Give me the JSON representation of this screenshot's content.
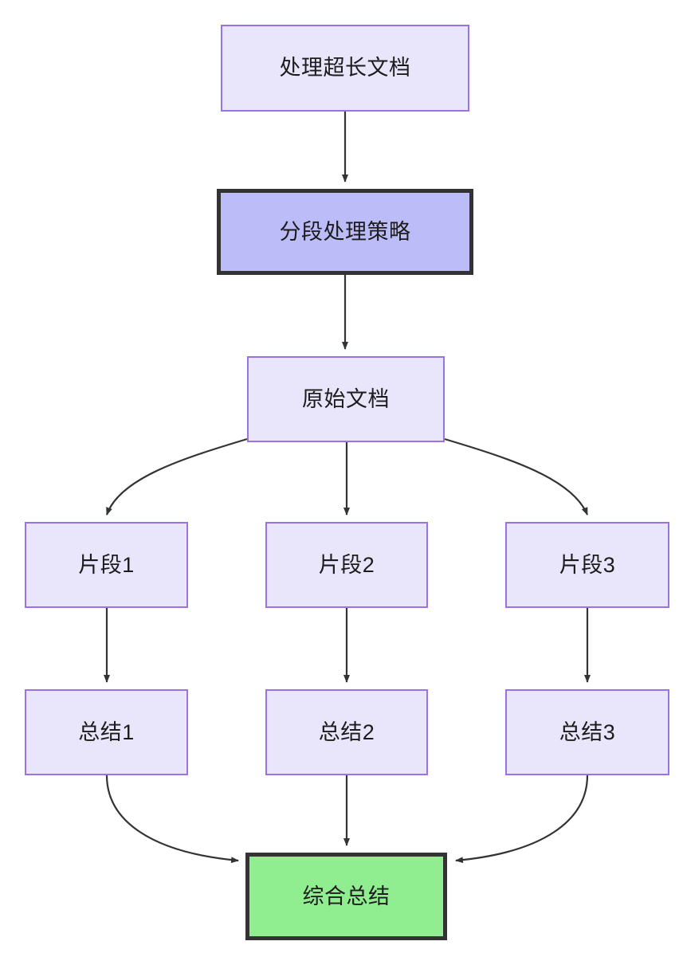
{
  "diagram": {
    "type": "flowchart",
    "direction": "top-down",
    "background_color": "#ffffff",
    "styles": {
      "normal_fill": "#e9e5fb",
      "normal_border": "#9b72e6",
      "highlight_fill": "#bcbcf8",
      "highlight_border": "#333333",
      "final_fill": "#90ee90",
      "final_border": "#333333",
      "edge_color": "#333333",
      "text_color": "#1c1c1c"
    },
    "nodes": [
      {
        "id": "process-long-doc",
        "label": "处理超长文档",
        "style": "normal"
      },
      {
        "id": "chunk-strategy",
        "label": "分段处理策略",
        "style": "highlight"
      },
      {
        "id": "original-doc",
        "label": "原始文档",
        "style": "normal"
      },
      {
        "id": "fragment-1",
        "label": "片段1",
        "style": "normal"
      },
      {
        "id": "fragment-2",
        "label": "片段2",
        "style": "normal"
      },
      {
        "id": "fragment-3",
        "label": "片段3",
        "style": "normal"
      },
      {
        "id": "summary-1",
        "label": "总结1",
        "style": "normal"
      },
      {
        "id": "summary-2",
        "label": "总结2",
        "style": "normal"
      },
      {
        "id": "summary-3",
        "label": "总结3",
        "style": "normal"
      },
      {
        "id": "final-summary",
        "label": "综合总结",
        "style": "final"
      }
    ],
    "edges": [
      {
        "from": "process-long-doc",
        "to": "chunk-strategy",
        "shape": "straight"
      },
      {
        "from": "chunk-strategy",
        "to": "original-doc",
        "shape": "straight"
      },
      {
        "from": "original-doc",
        "to": "fragment-1",
        "shape": "curve"
      },
      {
        "from": "original-doc",
        "to": "fragment-2",
        "shape": "straight"
      },
      {
        "from": "original-doc",
        "to": "fragment-3",
        "shape": "curve"
      },
      {
        "from": "fragment-1",
        "to": "summary-1",
        "shape": "straight"
      },
      {
        "from": "fragment-2",
        "to": "summary-2",
        "shape": "straight"
      },
      {
        "from": "fragment-3",
        "to": "summary-3",
        "shape": "straight"
      },
      {
        "from": "summary-1",
        "to": "final-summary",
        "shape": "curve"
      },
      {
        "from": "summary-2",
        "to": "final-summary",
        "shape": "straight"
      },
      {
        "from": "summary-3",
        "to": "final-summary",
        "shape": "curve"
      }
    ]
  }
}
